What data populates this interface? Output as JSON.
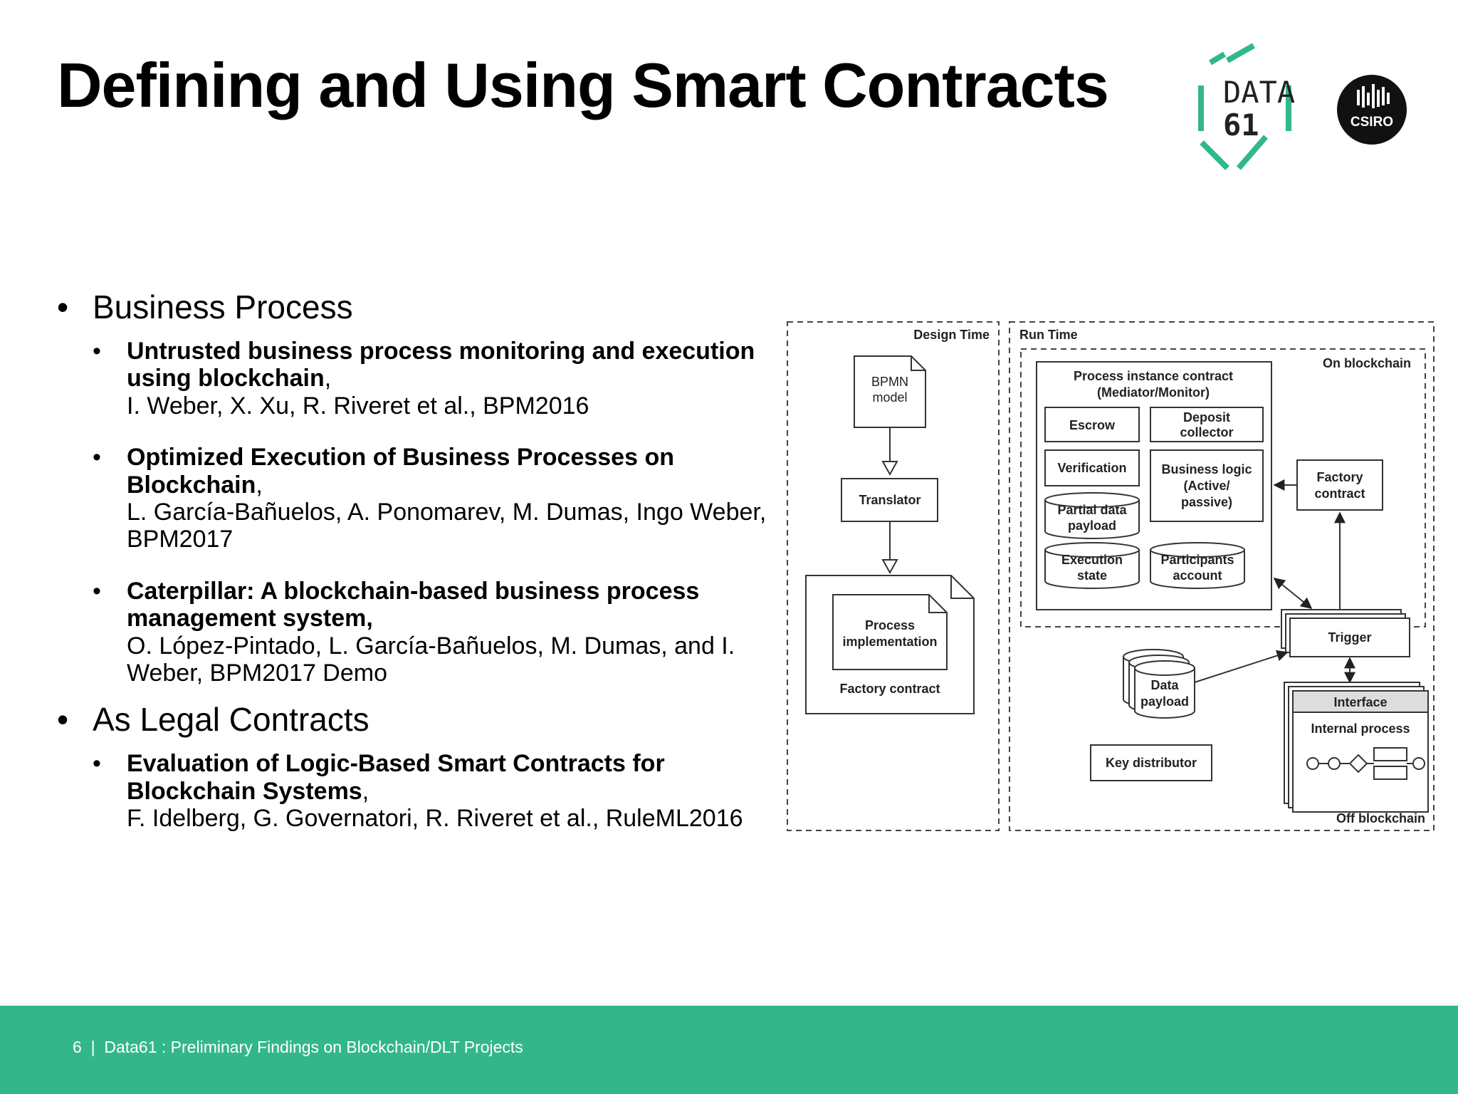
{
  "slide": {
    "title": "Defining and Using Smart Contracts"
  },
  "logos": {
    "data61_line1": "DATA",
    "data61_line2": "61",
    "csiro": "CSIRO",
    "accent_color": "#33b78a"
  },
  "bullets": [
    {
      "heading": "Business Process",
      "items": [
        {
          "title": "Untrusted business process monitoring and execution using blockchain",
          "ref": "I. Weber, X. Xu, R. Riveret et al., BPM2016"
        },
        {
          "title": "Optimized Execution of Business Processes on Blockchain",
          "ref": "L. García-Bañuelos, A. Ponomarev, M. Dumas, Ingo Weber, BPM2017"
        },
        {
          "title": "Caterpillar: A blockchain-based business process management system,",
          "ref": "O. López-Pintado, L. García-Bañuelos, M. Dumas, and I. Weber, BPM2017 Demo"
        }
      ]
    },
    {
      "heading": "As Legal Contracts",
      "items": [
        {
          "title": "Evaluation of Logic-Based Smart Contracts for Blockchain Systems",
          "ref": "F. Idelberg, G. Governatori, R. Riveret et al., RuleML2016"
        }
      ]
    }
  ],
  "diagram": {
    "design_time": "Design Time",
    "run_time": "Run Time",
    "on_blockchain": "On blockchain",
    "off_blockchain": "Off blockchain",
    "bpmn_l1": "BPMN",
    "bpmn_l2": "model",
    "translator": "Translator",
    "process_impl_l1": "Process",
    "process_impl_l2": "implementation",
    "factory_contract_dt": "Factory contract",
    "pic_l1": "Process instance contract",
    "pic_l2": "(Mediator/Monitor)",
    "escrow": "Escrow",
    "deposit_l1": "Deposit",
    "deposit_l2": "collector",
    "verification": "Verification",
    "blogic_l1": "Business logic",
    "blogic_l2": "(Active/",
    "blogic_l3": "passive)",
    "partial_l1": "Partial data",
    "partial_l2": "payload",
    "exec_l1": "Execution",
    "exec_l2": "state",
    "part_l1": "Participants",
    "part_l2": "account",
    "factory_l1": "Factory",
    "factory_l2": "contract",
    "trigger": "Trigger",
    "data_l1": "Data",
    "data_l2": "payload",
    "interface": "Interface",
    "internal_process": "Internal process",
    "key_distributor": "Key distributor"
  },
  "footer": {
    "page_number": "6",
    "separator": "|",
    "text": "Data61 : Preliminary Findings on Blockchain/DLT Projects"
  }
}
